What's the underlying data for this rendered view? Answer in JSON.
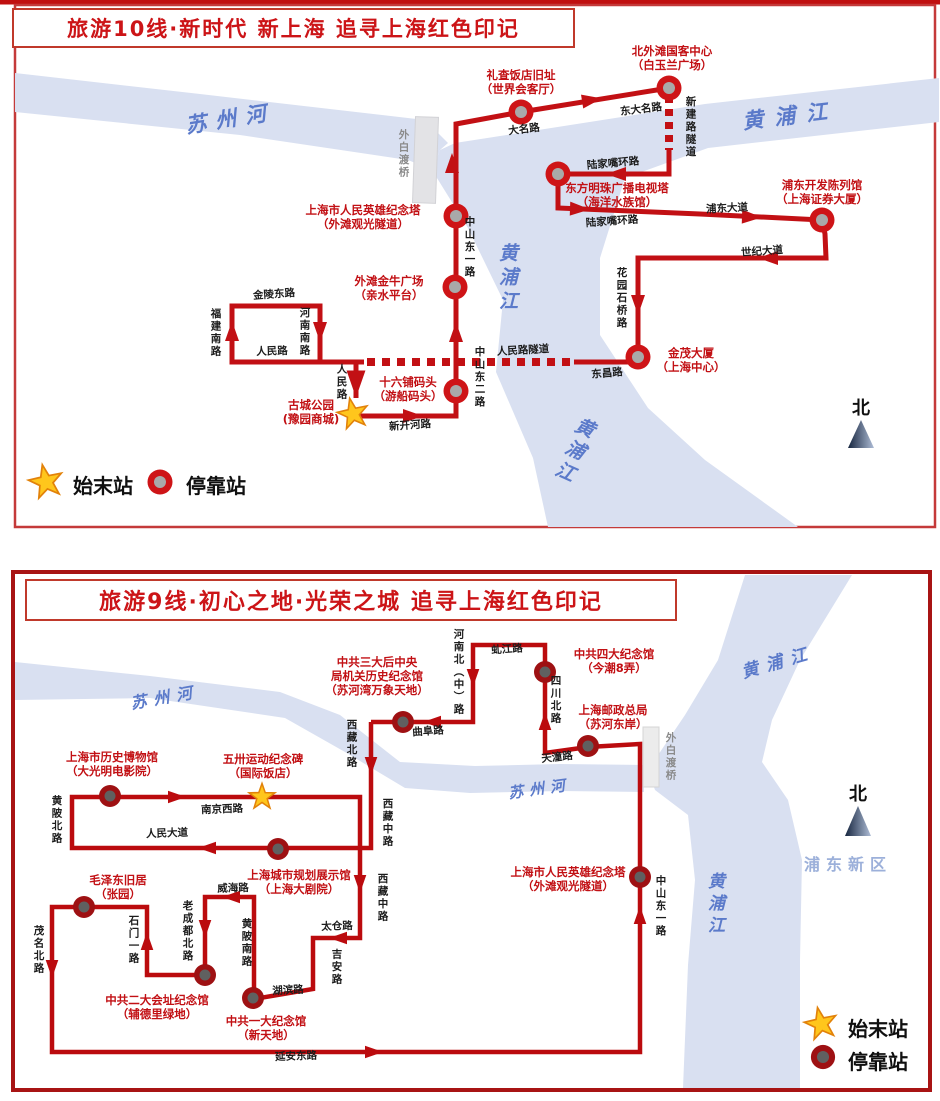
{
  "map10": {
    "title": "旅游10线·新时代 新上海 追寻上海红色印记",
    "legend": {
      "terminal": "始末站",
      "stop": "停靠站"
    },
    "north": "北",
    "rivers": {
      "suzhou": "苏州河",
      "huangpu": "黄浦江"
    },
    "stops": {
      "lizha": {
        "name": "礼查饭店旧址",
        "sub": "（世界会客厅）"
      },
      "beiwaitan": {
        "name": "北外滩国客中心",
        "sub": "（白玉兰广场）"
      },
      "jinianta": {
        "name": "上海市人民英雄纪念塔",
        "sub": "（外滩观光隧道）"
      },
      "jinniu": {
        "name": "外滩金牛广场",
        "sub": "（亲水平台）"
      },
      "shiliupu": {
        "name": "十六铺码头",
        "sub": "（游船码头）"
      },
      "mingzhu": {
        "name": "东方明珠广播电视塔",
        "sub": "（海洋水族馆）"
      },
      "pudongkaifa": {
        "name": "浦东开发陈列馆",
        "sub": "（上海证券大厦）"
      },
      "jinmao": {
        "name": "金茂大厦",
        "sub": "（上海中心）"
      },
      "gucheng": {
        "name": "古城公园",
        "sub": "(豫园商城)"
      }
    },
    "roads": {
      "daminglu": "大名路",
      "dongdaminglu": "东大名路",
      "xinjianlusuidao": "新建路隧道",
      "lujiazuihuan1": "陆家嘴环路",
      "lujiazuihuan2": "陆家嘴环路",
      "pudongdadao": "浦东大道",
      "shijidadao": "世纪大道",
      "huayuanshiqiao": "花园石桥路",
      "dongchanglu": "东昌路",
      "renminlusuidao": "人民路隧道",
      "zhongshandong2": "中山东二路",
      "zhongshandong1": "中山东一路",
      "jinlingdonglu": "金陵东路",
      "fujiannanlu": "福建南路",
      "henannanlu": "河南南路",
      "renminlu": "人民路",
      "renminlu_v": "人民路",
      "xinkaihelu": "新开河路",
      "waibaiduqiao": "外白渡桥"
    }
  },
  "map9": {
    "title": "旅游9线·初心之地·光荣之城 追寻上海红色印记",
    "legend": {
      "terminal": "始末站",
      "stop": "停靠站"
    },
    "north": "北",
    "region": "浦东新区",
    "rivers": {
      "suzhou": "苏州河",
      "huangpu": "黄浦江"
    },
    "stops": {
      "sandahou": {
        "l1": "中共三大后中央",
        "l2": "局机关历史纪念馆",
        "l3": "（苏河湾万象天地）"
      },
      "sida": {
        "name": "中共四大纪念馆",
        "sub": "（今潮8弄）"
      },
      "youzheng": {
        "name": "上海邮政总局",
        "sub": "（苏河东岸）"
      },
      "jinianta": {
        "name": "上海市人民英雄纪念塔",
        "sub": "（外滩观光隧道）"
      },
      "lishibowuguan": {
        "name": "上海市历史博物馆",
        "sub": "（大光明电影院）"
      },
      "wusa": {
        "name": "五卅运动纪念碑",
        "sub": "（国际饭店）"
      },
      "guihua": {
        "name": "上海城市规划展示馆",
        "sub": "（上海大剧院）"
      },
      "maozedong": {
        "name": "毛泽东旧居",
        "sub": "（张园）"
      },
      "erda": {
        "name": "中共二大会址纪念馆",
        "sub": "（辅德里绿地）"
      },
      "yida": {
        "name": "中共一大纪念馆",
        "sub": "（新天地）"
      }
    },
    "roads": {
      "henanbeilu": "河南北（中）路",
      "qiujianglu": "虬江路",
      "sichuanbeilu": "四川北路",
      "qufulu": "曲阜路",
      "xizangbeilu": "西藏北路",
      "tiantonglu": "天潼路",
      "waibaiduqiao": "外白渡桥",
      "zhongshandong1": "中山东一路",
      "xizangzhonglu1": "西藏中路",
      "xizangzhonglu2": "西藏中路",
      "nanjingxilu": "南京西路",
      "renmindadao": "人民大道",
      "huangpibeilu": "黄陂北路",
      "taicanglu": "太仓路",
      "jianlu": "吉安路",
      "hubinlu": "湖滨路",
      "huangpinanlu": "黄陂南路",
      "weihailu": "威海路",
      "laochengdubeilu": "老成都北路",
      "shimenyilu": "石门一路",
      "maomingbeilu": "茂名北路",
      "yanandonglu": "延安东路"
    }
  }
}
